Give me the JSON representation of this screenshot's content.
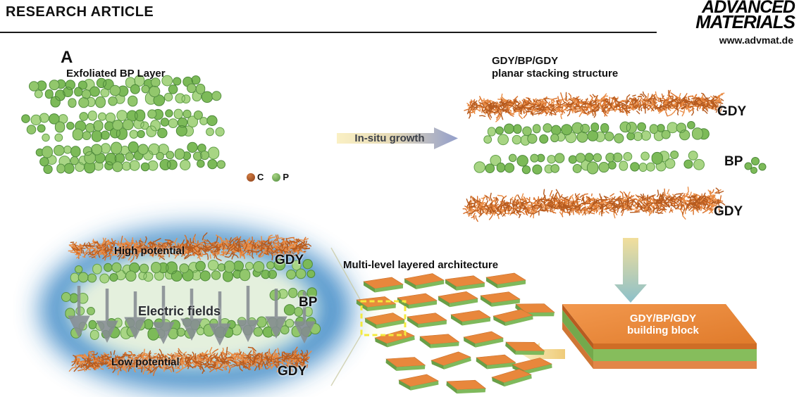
{
  "header": {
    "article_type": "RESEARCH ARTICLE",
    "journal": {
      "line1": "ADVANCED",
      "line2": "MATERIALS"
    },
    "website": "www.advmat.de"
  },
  "figure": {
    "panel": "A",
    "exfoliated_title": "Exfoliated BP Layer",
    "legend": {
      "c": "C",
      "p": "P"
    },
    "arrow_insitu": "In-situ growth",
    "stacking": {
      "title1": "GDY/BP/GDY",
      "title2": "planar stacking structure",
      "label_top": "GDY",
      "label_mid": "BP",
      "label_bottom": "GDY"
    },
    "building_block": {
      "line1": "GDY/BP/GDY",
      "line2": "building block"
    },
    "multilevel_title": "Multi-level layered architecture",
    "field": {
      "high": "High potential",
      "electric": "Electric fields",
      "low": "Low potential",
      "label_top": "GDY",
      "label_mid": "BP",
      "label_bottom": "GDY"
    }
  },
  "colors": {
    "bp_green": "#7cba58",
    "bp_green_light": "#a8d584",
    "bp_green_dark": "#4e8a3a",
    "gdy_orange": "#d96f28",
    "gdy_orange_light": "#ea8d45",
    "gdy_orange_dark": "#b55a1e",
    "block_orange": "#e8873c",
    "glow_blue": "#4a90c9",
    "highlight_yellow": "#f4ea3e",
    "field_arrow_gray": "#868d93",
    "carbon_dot": "#b05a28",
    "phosphorus_dot": "#6fae4e"
  }
}
